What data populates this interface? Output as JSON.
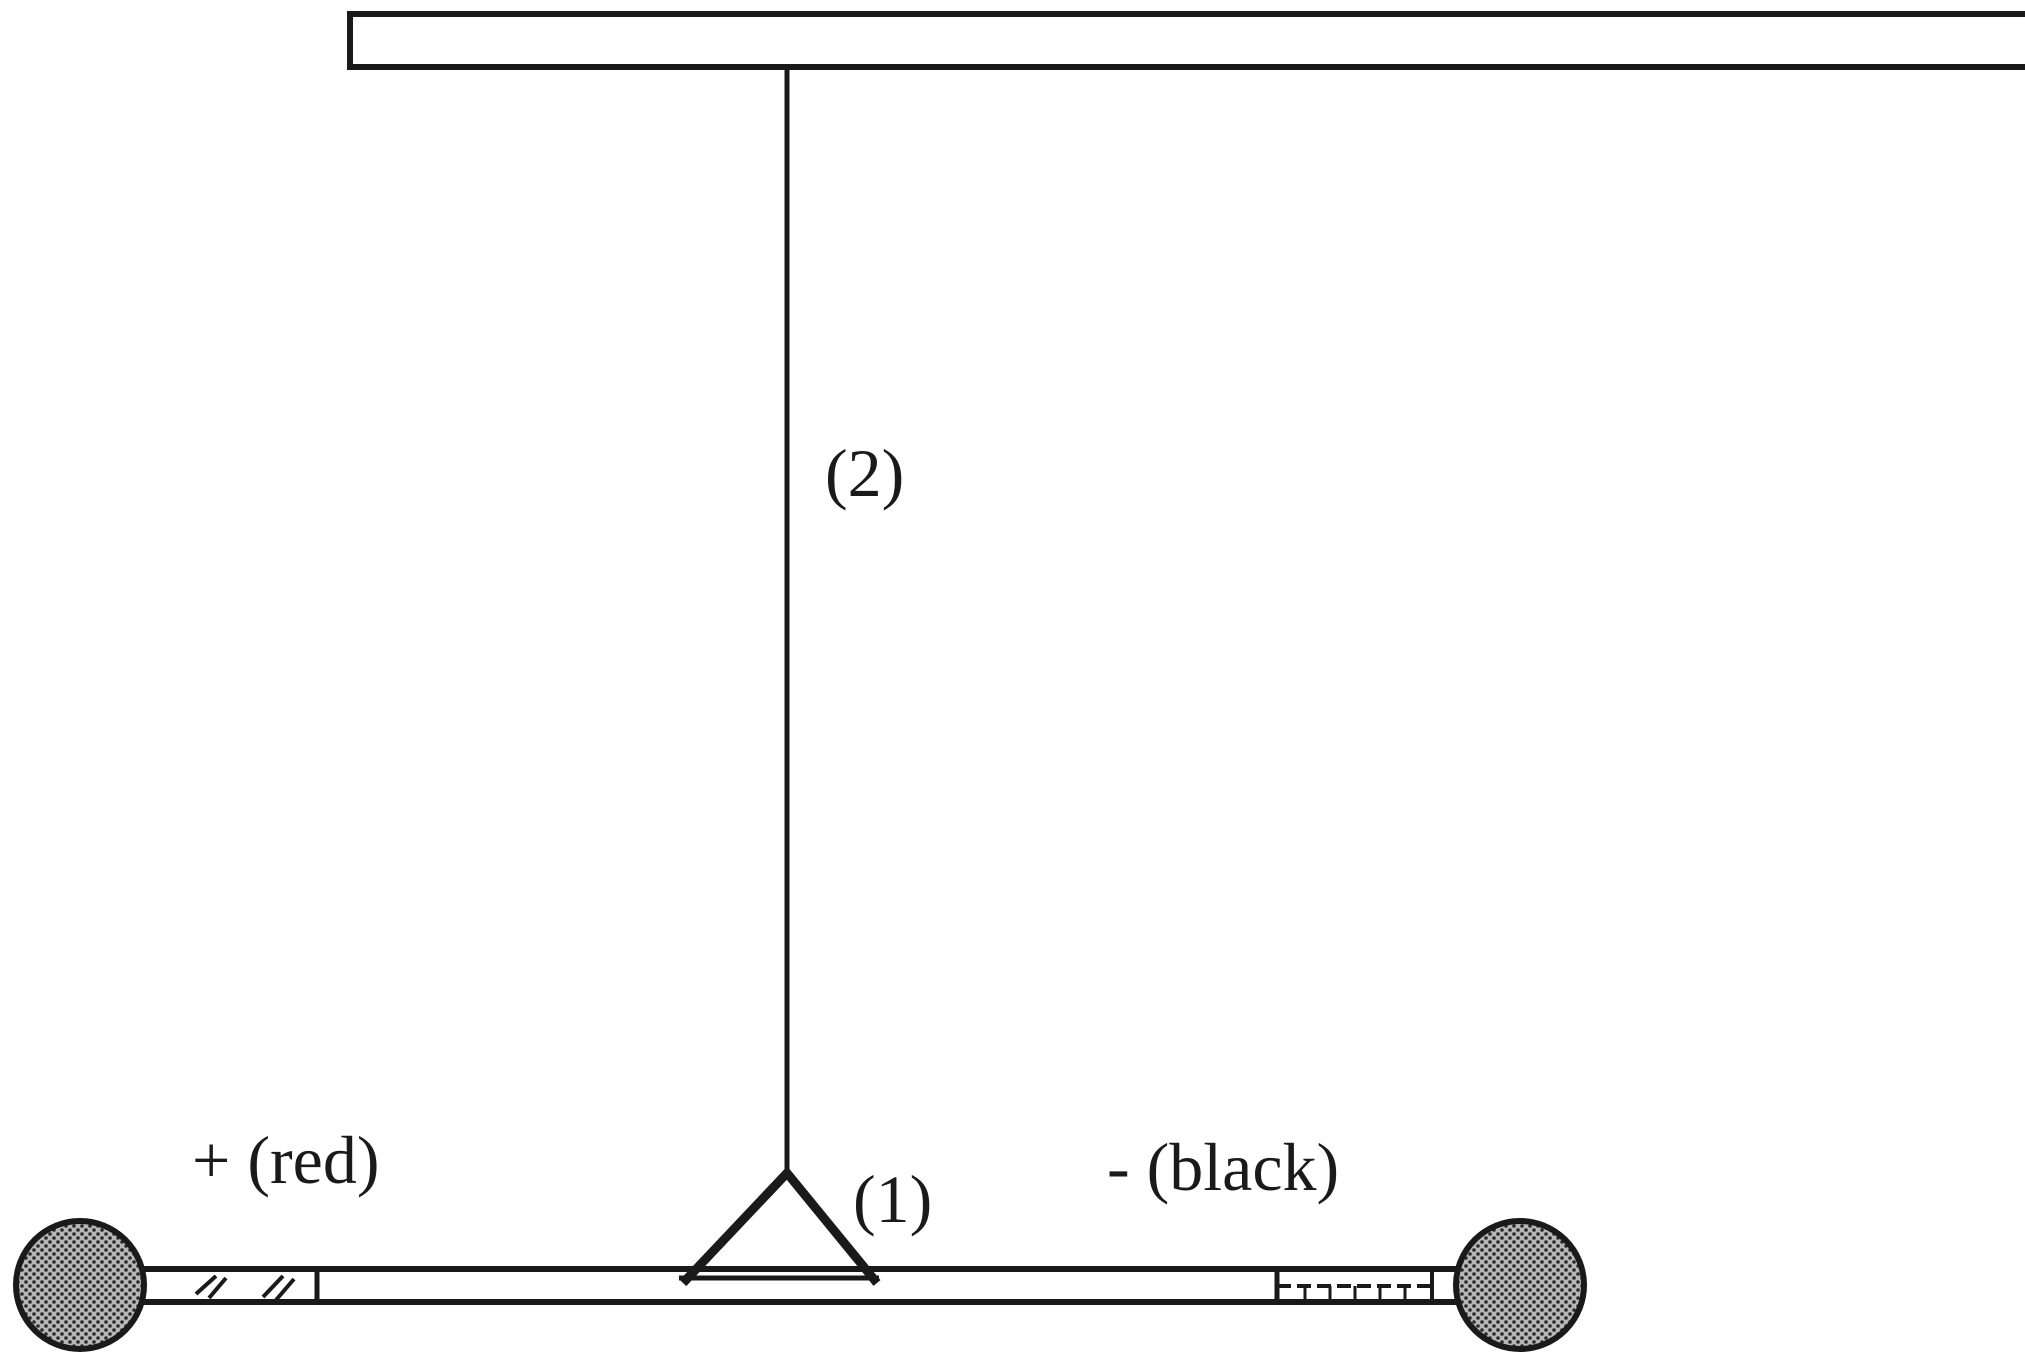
{
  "diagram": {
    "labels": {
      "string_label": "(2)",
      "hook_label": "(1)",
      "positive_label": "+ (red)",
      "negative_label": "- (black)"
    },
    "colors": {
      "stroke": "#1a1a1a",
      "background": "#ffffff",
      "ball_fill": "#8a8a8a"
    }
  }
}
